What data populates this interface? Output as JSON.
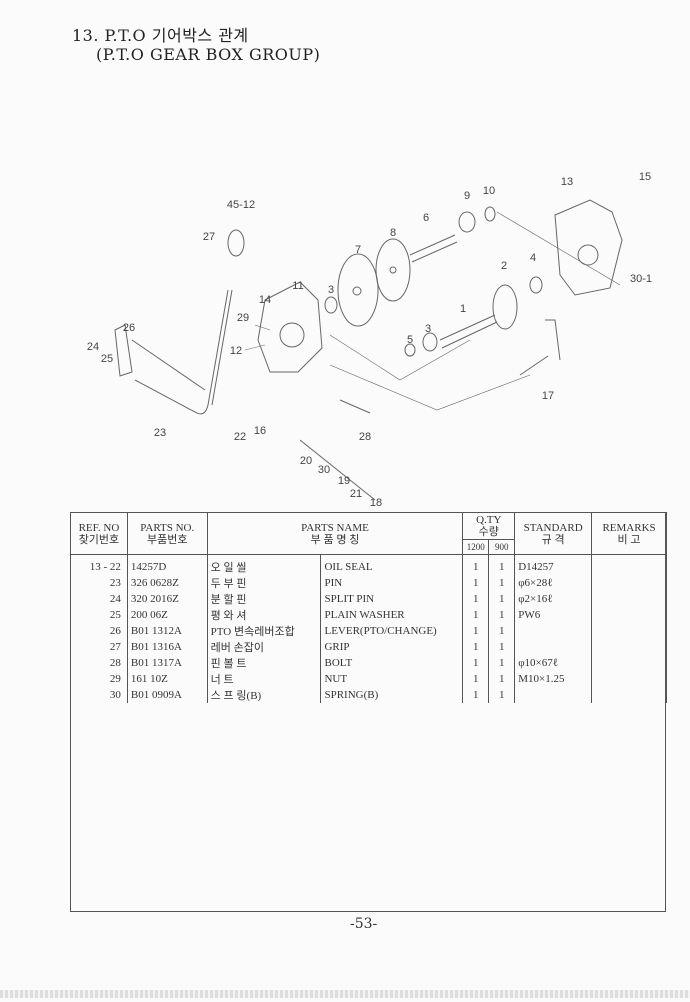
{
  "title": {
    "line1": "13. P.T.O 기어박스 관계",
    "line2": "(P.T.O GEAR BOX GROUP)"
  },
  "callouts": [
    "45-12",
    "27",
    "15",
    "13",
    "10",
    "9",
    "6",
    "8",
    "7",
    "2",
    "4",
    "30-1",
    "11",
    "3",
    "14",
    "1",
    "29",
    "26",
    "5",
    "3",
    "12",
    "24",
    "25",
    "17",
    "23",
    "22",
    "16",
    "28",
    "20",
    "30",
    "19",
    "21",
    "18"
  ],
  "table": {
    "headers": {
      "ref_en": "REF. NO",
      "ref_kr": "찾기번호",
      "partno_en": "PARTS NO.",
      "partno_kr": "부품번호",
      "name_en": "PARTS NAME",
      "name_kr": "부   품   명   칭",
      "qty_en": "Q.TY",
      "qty_kr": "수량",
      "qty_1200": "1200",
      "qty_900": "900",
      "std_en": "STANDARD",
      "std_kr": "규     격",
      "rem_en": "REMARKS",
      "rem_kr": "비   고"
    },
    "rows": [
      {
        "ref": "13 - 22",
        "part_no": "14257D",
        "name_kr": "오 일 씰",
        "name_en": "OIL SEAL",
        "q1200": "1",
        "q900": "1",
        "standard": "D14257",
        "remarks": ""
      },
      {
        "ref": "23",
        "part_no": "326 0628Z",
        "name_kr": "두 부 핀",
        "name_en": "PIN",
        "q1200": "1",
        "q900": "1",
        "standard": "φ6×28ℓ",
        "remarks": ""
      },
      {
        "ref": "24",
        "part_no": "320 2016Z",
        "name_kr": "분 할 핀",
        "name_en": "SPLIT PIN",
        "q1200": "1",
        "q900": "1",
        "standard": "φ2×16ℓ",
        "remarks": ""
      },
      {
        "ref": "25",
        "part_no": "200 06Z",
        "name_kr": "평 와 셔",
        "name_en": "PLAIN WASHER",
        "q1200": "1",
        "q900": "1",
        "standard": "PW6",
        "remarks": ""
      },
      {
        "ref": "26",
        "part_no": "B01 1312A",
        "name_kr": "PTO 변속레버조합",
        "name_en": "LEVER(PTO/CHANGE)",
        "q1200": "1",
        "q900": "1",
        "standard": "",
        "remarks": ""
      },
      {
        "ref": "27",
        "part_no": "B01 1316A",
        "name_kr": "레버 손잡이",
        "name_en": "GRIP",
        "q1200": "1",
        "q900": "1",
        "standard": "",
        "remarks": ""
      },
      {
        "ref": "28",
        "part_no": "B01 1317A",
        "name_kr": "핀 볼 트",
        "name_en": "BOLT",
        "q1200": "1",
        "q900": "1",
        "standard": "φ10×67ℓ",
        "remarks": ""
      },
      {
        "ref": "29",
        "part_no": "161 10Z",
        "name_kr": "너     트",
        "name_en": "NUT",
        "q1200": "1",
        "q900": "1",
        "standard": "M10×1.25",
        "remarks": ""
      },
      {
        "ref": "30",
        "part_no": "B01 0909A",
        "name_kr": "스 프 링(B)",
        "name_en": "SPRING(B)",
        "q1200": "1",
        "q900": "1",
        "standard": "",
        "remarks": ""
      }
    ]
  },
  "page_number": "-53-"
}
